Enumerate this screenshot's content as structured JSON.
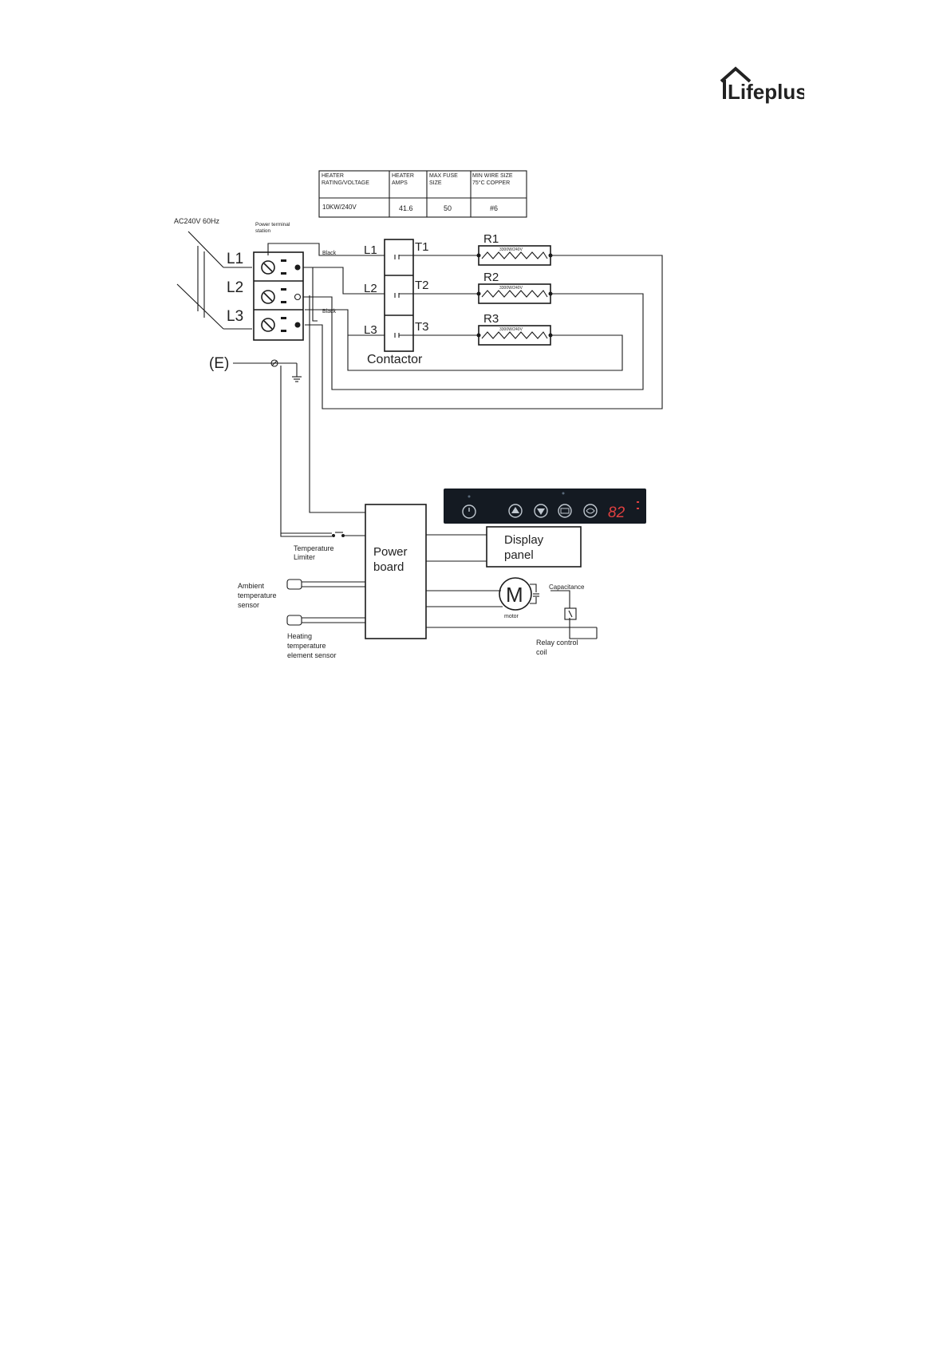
{
  "brand": {
    "name": "Lifeplus"
  },
  "spec_table": {
    "headers": [
      "HEATER RATING/VOLTAGE",
      "HEATER AMPS",
      "MAX FUSE SIZE",
      "MIN WIRE SIZE 75°C COPPER"
    ],
    "row": [
      "10KW/240V",
      "41.6",
      "50",
      "#6"
    ]
  },
  "labels": {
    "supply": "AC240V 60Hz",
    "terminal_station": "Power terminal station",
    "l1": "L1",
    "l2": "L2",
    "l3": "L3",
    "c_l1": "L1",
    "c_l2": "L2",
    "c_l3": "L3",
    "t1": "T1",
    "t2": "T2",
    "t3": "T3",
    "r1": "R1",
    "r2": "R2",
    "r3": "R3",
    "element_rating": "3300W/240V",
    "wire_black_1": "Black",
    "wire_black_2": "Black",
    "contactor": "Contactor",
    "earth": "(E)",
    "power_board_1": "Power",
    "power_board_2": "board",
    "display_panel_1": "Display",
    "display_panel_2": "panel",
    "temp_limiter_1": "Temperature",
    "temp_limiter_2": "Limiter",
    "ambient_1": "Ambient",
    "ambient_2": "temperature",
    "ambient_3": "sensor",
    "heating_1": "Heating",
    "heating_2": "temperature",
    "heating_3": "element sensor",
    "motor": "M",
    "motor_label": "motor",
    "capacitance": "Capacitance",
    "relay_1": "Relay control",
    "relay_2": "coil"
  },
  "control_panel": {
    "display_value": "82",
    "button_icons": [
      "power-icon",
      "up-arrow-icon",
      "down-arrow-icon",
      "mode-icon",
      "fan-icon"
    ]
  },
  "colors": {
    "panel_bg": "#141a22",
    "display_red": "#e04040",
    "ink": "#1a1a1a"
  }
}
